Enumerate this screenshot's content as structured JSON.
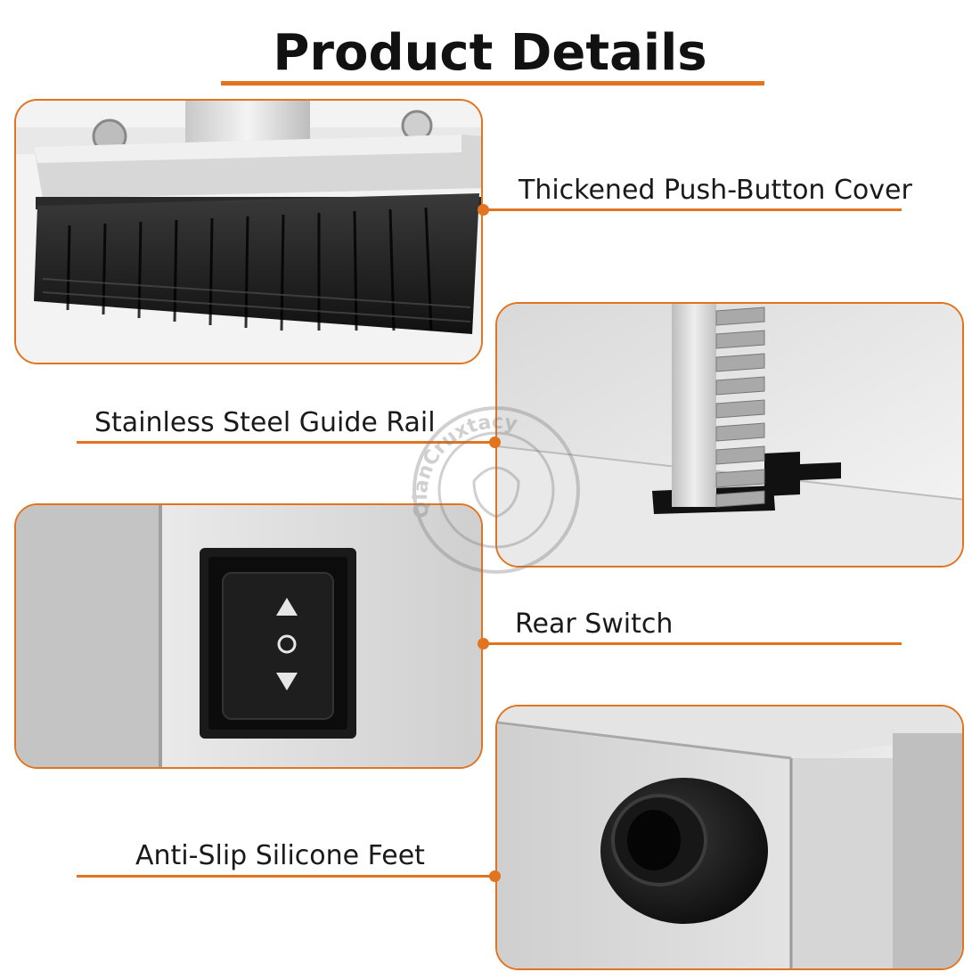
{
  "page": {
    "title": "Product Details",
    "accent_color": "#e2731f"
  },
  "features": [
    {
      "label": "Thickened Push-Button Cover",
      "icon": "push-button-cover-image"
    },
    {
      "label": "Stainless Steel Guide Rail",
      "icon": "guide-rail-image"
    },
    {
      "label": "Rear Switch",
      "icon": "rocker-switch-image"
    },
    {
      "label": "Anti-Slip Silicone Feet",
      "icon": "silicone-foot-image"
    }
  ],
  "watermark": {
    "text": "QianCruxtacy"
  }
}
